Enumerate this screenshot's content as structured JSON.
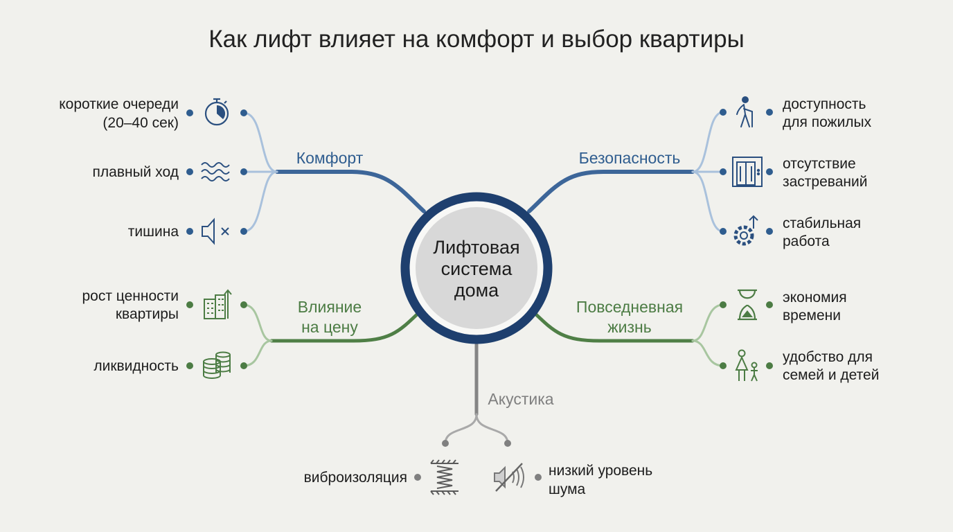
{
  "title": "Как лифт влияет на комфорт и выбор квартиры",
  "center": {
    "lines": [
      "Лифтовая",
      "система",
      "дома"
    ]
  },
  "colors": {
    "blue": "#2f5d8f",
    "green": "#4c7c44",
    "gray": "#808080",
    "ring": "#1e3f6e"
  },
  "branches": {
    "comfort": {
      "label": "Комфорт",
      "items": [
        {
          "lines": [
            "короткие очереди",
            "(20–40 сек)"
          ],
          "icon": "stopwatch-icon"
        },
        {
          "lines": [
            "плавный ход"
          ],
          "icon": "waves-icon"
        },
        {
          "lines": [
            "тишина"
          ],
          "icon": "speaker-mute-icon"
        }
      ]
    },
    "safety": {
      "label": "Безопасность",
      "items": [
        {
          "lines": [
            "доступность",
            "для пожилых"
          ],
          "icon": "elderly-person-icon"
        },
        {
          "lines": [
            "отсутствие",
            "застреваний"
          ],
          "icon": "elevator-doors-icon"
        },
        {
          "lines": [
            "стабильная",
            "работа"
          ],
          "icon": "gear-arrow-icon"
        }
      ]
    },
    "price": {
      "label_lines": [
        "Влияние",
        "на цену"
      ],
      "items": [
        {
          "lines": [
            "рост ценности",
            "квартиры"
          ],
          "icon": "building-growth-icon"
        },
        {
          "lines": [
            "ликвидность"
          ],
          "icon": "coins-icon"
        }
      ]
    },
    "daily": {
      "label_lines": [
        "Повседневная",
        "жизнь"
      ],
      "items": [
        {
          "lines": [
            "экономия",
            "времени"
          ],
          "icon": "hourglass-icon"
        },
        {
          "lines": [
            "удобство для",
            "семей и детей"
          ],
          "icon": "family-icon"
        }
      ]
    },
    "acoustics": {
      "label": "Акустика",
      "items": [
        {
          "lines": [
            "виброизоляция"
          ],
          "icon": "spring-icon"
        },
        {
          "lines": [
            "низкий уровень",
            "шума"
          ],
          "icon": "noise-off-icon"
        }
      ]
    }
  }
}
